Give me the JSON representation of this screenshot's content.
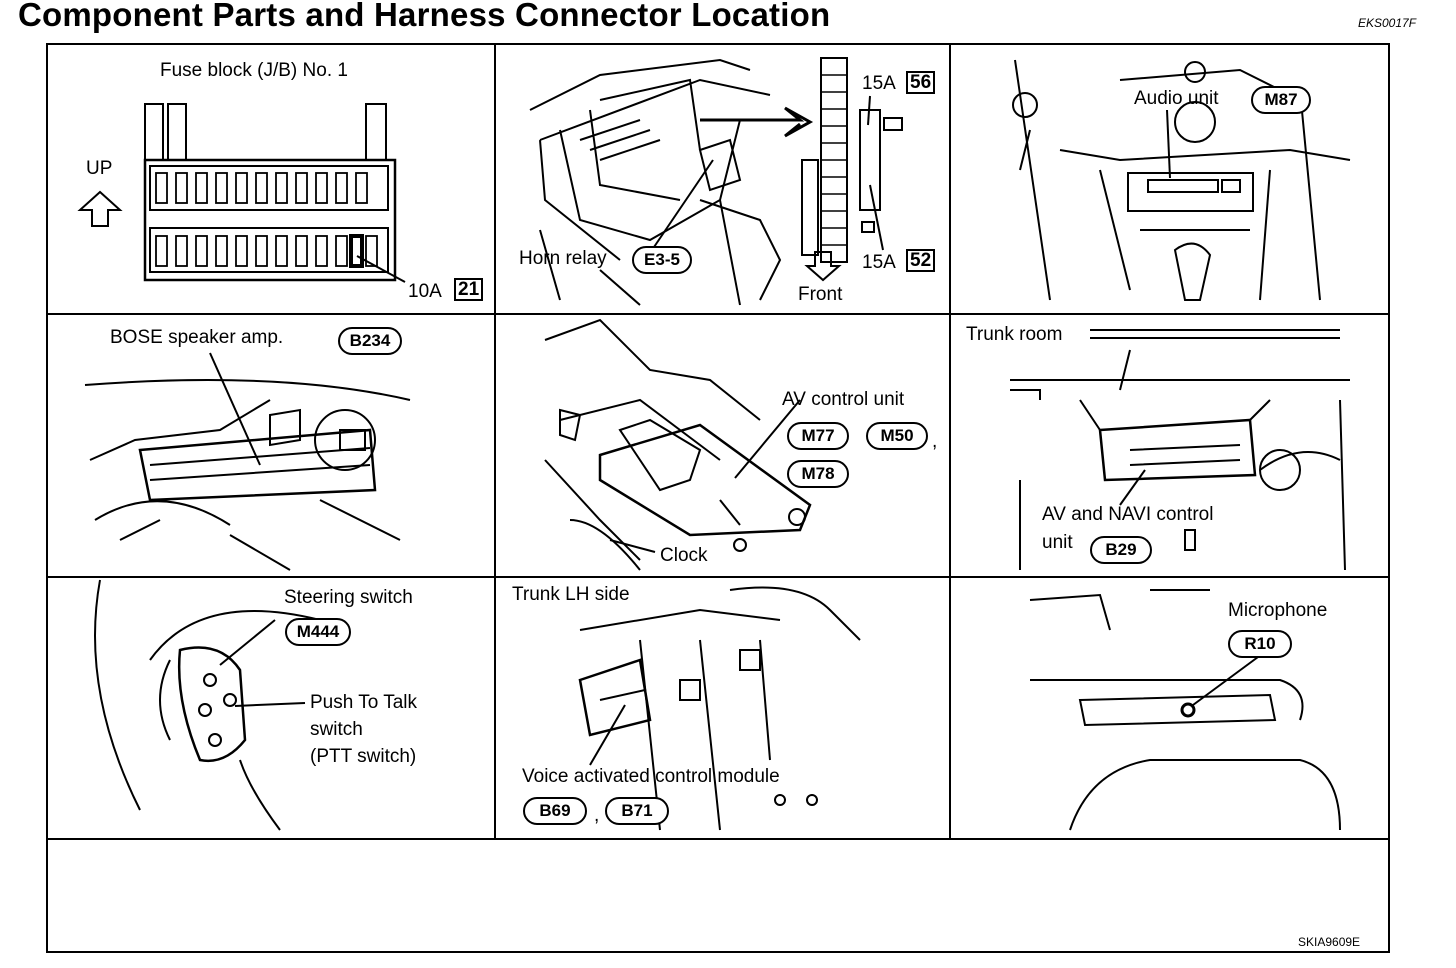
{
  "title": "Component Parts and Harness Connector Location",
  "doc_code": "EKS0017F",
  "footer_code": "SKIA9609E",
  "panels": {
    "fuse_block": {
      "title": "Fuse block (J/B) No. 1",
      "up": "UP",
      "fuse_amp": "10A",
      "fuse_no": "21"
    },
    "horn_relay": {
      "label": "Horn relay",
      "connector": "E3-5",
      "front": "Front",
      "fuse1_amp": "15A",
      "fuse1_no": "56",
      "fuse2_amp": "15A",
      "fuse2_no": "52"
    },
    "audio_unit": {
      "label": "Audio unit",
      "connector": "M87"
    },
    "bose": {
      "label": "BOSE speaker amp.",
      "connector": "B234"
    },
    "av_control": {
      "label": "AV control unit",
      "connectors": [
        "M77",
        "M50",
        "M78"
      ],
      "sep": ",",
      "clock": "Clock"
    },
    "trunk_room": {
      "label": "Trunk room",
      "unit_label_1": "AV and NAVI control",
      "unit_label_2": "unit",
      "connector": "B29"
    },
    "steering": {
      "label": "Steering switch",
      "connector": "M444",
      "ptt_1": "Push To Talk",
      "ptt_2": "switch",
      "ptt_3": "(PTT switch)"
    },
    "voice": {
      "side": "Trunk LH side",
      "label": "Voice activated control module",
      "connectors": [
        "B69",
        "B71"
      ],
      "sep": ","
    },
    "microphone": {
      "label": "Microphone",
      "connector": "R10"
    }
  }
}
